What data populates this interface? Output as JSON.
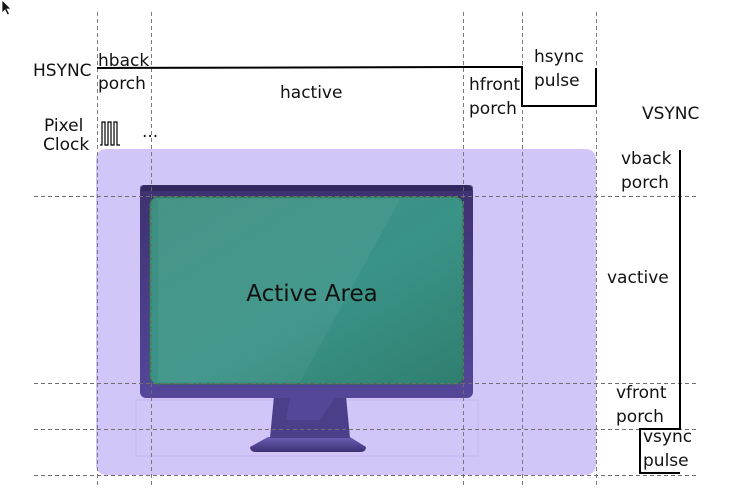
{
  "hsync": {
    "title": "HSYNC",
    "hback_porch": [
      "hback",
      "porch"
    ],
    "hactive": "hactive",
    "hfront_porch": [
      "hfront",
      "porch"
    ],
    "hsync_pulse": [
      "hsync",
      "pulse"
    ]
  },
  "pixel_clock": {
    "label": [
      "Pixel",
      "Clock"
    ],
    "ellipsis": "..."
  },
  "vsync": {
    "title": "VSYNC",
    "vback_porch": [
      "vback",
      "porch"
    ],
    "vactive": "vactive",
    "vfront_porch": [
      "vfront",
      "porch"
    ],
    "vsync_pulse": [
      "vsync",
      "pulse"
    ]
  },
  "active_area": {
    "label": "Active Area"
  },
  "colors": {
    "frame_fill": "#d2c6f9",
    "monitor_body": "#463a80",
    "screen": "#3d9184",
    "screen_border": "#2e7b3c",
    "signal_line": "#000000",
    "guide_line": "#6f6f6f"
  },
  "icons": {
    "cursor": "mouse-pointer-icon",
    "monitor": "monitor-icon",
    "clock_wave": "square-wave-icon"
  }
}
